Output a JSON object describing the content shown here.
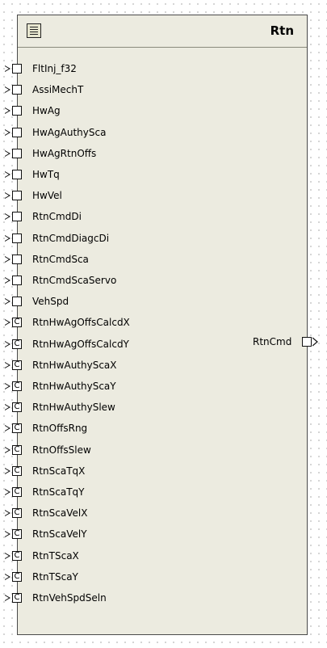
{
  "block": {
    "title": "Rtn",
    "icon": "list-icon"
  },
  "input_ports": [
    {
      "label": "FltInj_f32",
      "kind": "input"
    },
    {
      "label": "AssiMechT",
      "kind": "input"
    },
    {
      "label": "HwAg",
      "kind": "input"
    },
    {
      "label": "HwAgAuthySca",
      "kind": "input"
    },
    {
      "label": "HwAgRtnOffs",
      "kind": "input"
    },
    {
      "label": "HwTq",
      "kind": "input"
    },
    {
      "label": "HwVel",
      "kind": "input"
    },
    {
      "label": "RtnCmdDi",
      "kind": "input"
    },
    {
      "label": "RtnCmdDiagcDi",
      "kind": "input"
    },
    {
      "label": "RtnCmdSca",
      "kind": "input"
    },
    {
      "label": "RtnCmdScaServo",
      "kind": "input"
    },
    {
      "label": "VehSpd",
      "kind": "input"
    },
    {
      "label": "RtnHwAgOffsCalcdX",
      "kind": "calibration",
      "marker": "C"
    },
    {
      "label": "RtnHwAgOffsCalcdY",
      "kind": "calibration",
      "marker": "C"
    },
    {
      "label": "RtnHwAuthyScaX",
      "kind": "calibration",
      "marker": "C"
    },
    {
      "label": "RtnHwAuthyScaY",
      "kind": "calibration",
      "marker": "C"
    },
    {
      "label": "RtnHwAuthySlew",
      "kind": "calibration",
      "marker": "C"
    },
    {
      "label": "RtnOffsRng",
      "kind": "calibration",
      "marker": "C"
    },
    {
      "label": "RtnOffsSlew",
      "kind": "calibration",
      "marker": "C"
    },
    {
      "label": "RtnScaTqX",
      "kind": "calibration",
      "marker": "C"
    },
    {
      "label": "RtnScaTqY",
      "kind": "calibration",
      "marker": "C"
    },
    {
      "label": "RtnScaVelX",
      "kind": "calibration",
      "marker": "C"
    },
    {
      "label": "RtnScaVelY",
      "kind": "calibration",
      "marker": "C"
    },
    {
      "label": "RtnTScaX",
      "kind": "calibration",
      "marker": "C"
    },
    {
      "label": "RtnTScaY",
      "kind": "calibration",
      "marker": "C"
    },
    {
      "label": "RtnVehSpdSeln",
      "kind": "calibration",
      "marker": "C"
    }
  ],
  "output_ports": [
    {
      "label": "RtnCmd",
      "kind": "output"
    }
  ]
}
